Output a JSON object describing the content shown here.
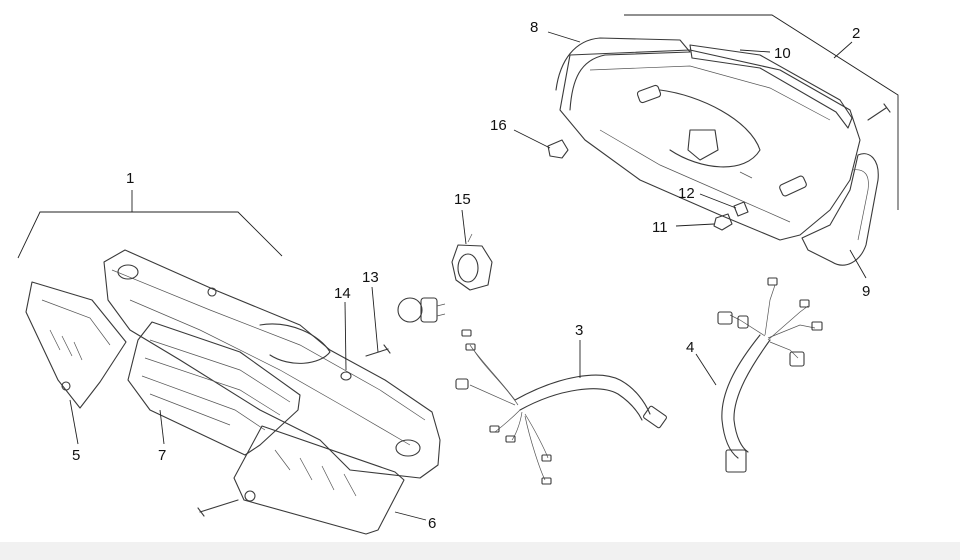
{
  "diagram": {
    "callouts": {
      "c1": "1",
      "c2": "2",
      "c3": "3",
      "c4": "4",
      "c5": "5",
      "c6": "6",
      "c7": "7",
      "c8": "8",
      "c9": "9",
      "c10": "10",
      "c11": "11",
      "c12": "12",
      "c13": "13",
      "c14": "14",
      "c15": "15",
      "c16": "16"
    },
    "line_color": "#3a3a3a",
    "background_color": "#ffffff"
  }
}
